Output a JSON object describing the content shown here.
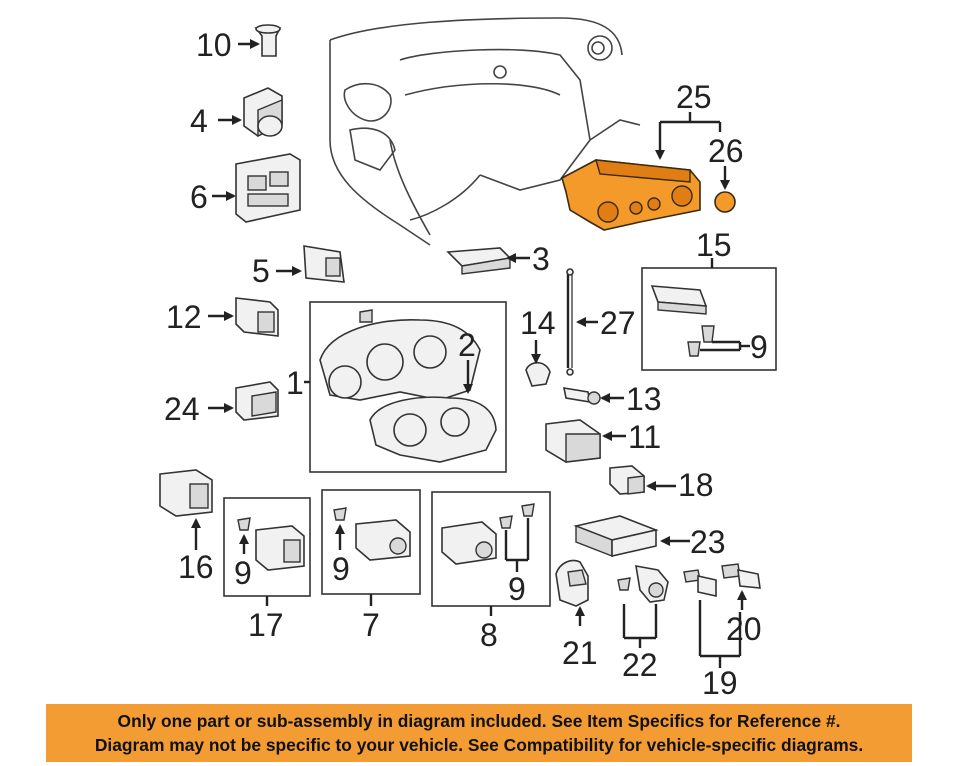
{
  "labels": {
    "n1": "1",
    "n2": "2",
    "n3": "3",
    "n4": "4",
    "n5": "5",
    "n6": "6",
    "n7": "7",
    "n8": "8",
    "n9a": "9",
    "n9b": "9",
    "n9c": "9",
    "n9d": "9",
    "n10": "10",
    "n11": "11",
    "n12": "12",
    "n13": "13",
    "n14": "14",
    "n15": "15",
    "n16": "16",
    "n17": "17",
    "n18": "18",
    "n19": "19",
    "n20": "20",
    "n21": "21",
    "n22": "22",
    "n23": "23",
    "n24": "24",
    "n25": "25",
    "n26": "26",
    "n27": "27"
  },
  "banner": {
    "line1": "Only one part or sub-assembly in diagram included. See Item Specifics for Reference #.",
    "line2": "Diagram may not be specific to your vehicle. See Compatibility for vehicle-specific diagrams."
  },
  "colors": {
    "highlight": "#f39a2b",
    "banner": "#f39c34"
  }
}
